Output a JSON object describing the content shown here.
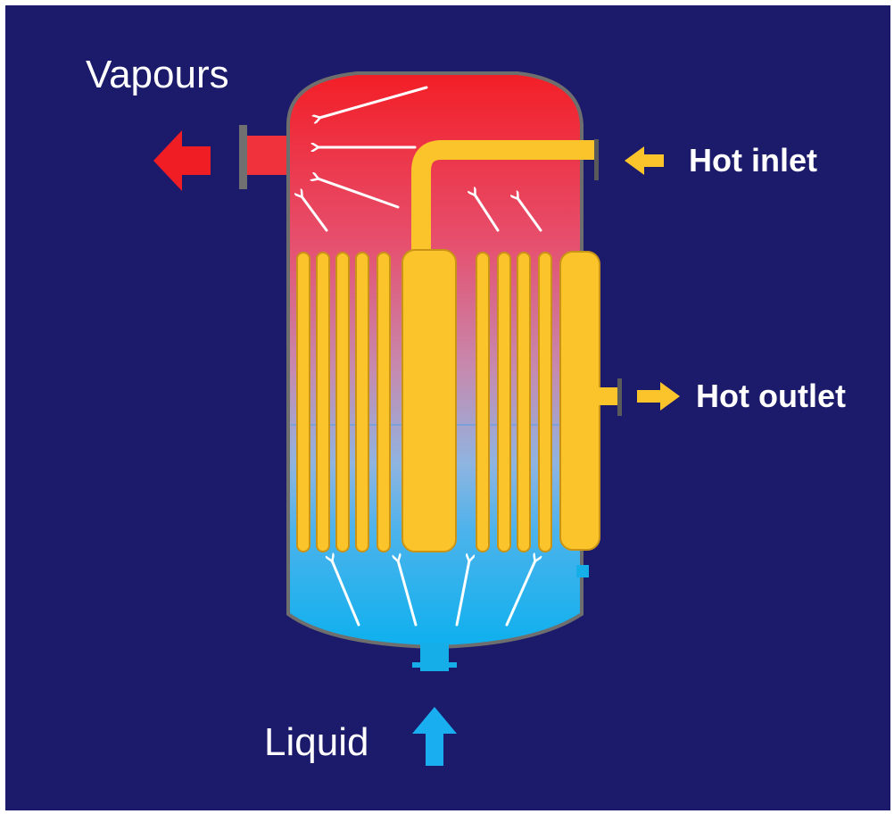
{
  "labels": {
    "vapours": "Vapours",
    "hot_inlet": "Hot inlet",
    "hot_outlet": "Hot outlet",
    "liquid": "Liquid"
  },
  "colors": {
    "background": "#1b1a6b",
    "vapour": "#f01d24",
    "vessel_top": "#f31e26",
    "vessel_mid": "#c97a9f",
    "vessel_bottom": "#16aee9",
    "heating_medium": "#fcc42b",
    "liquid_arrow": "#19aef0",
    "flow_arrow": "#ffffff",
    "vessel_wall": "#6e6e6e"
  }
}
